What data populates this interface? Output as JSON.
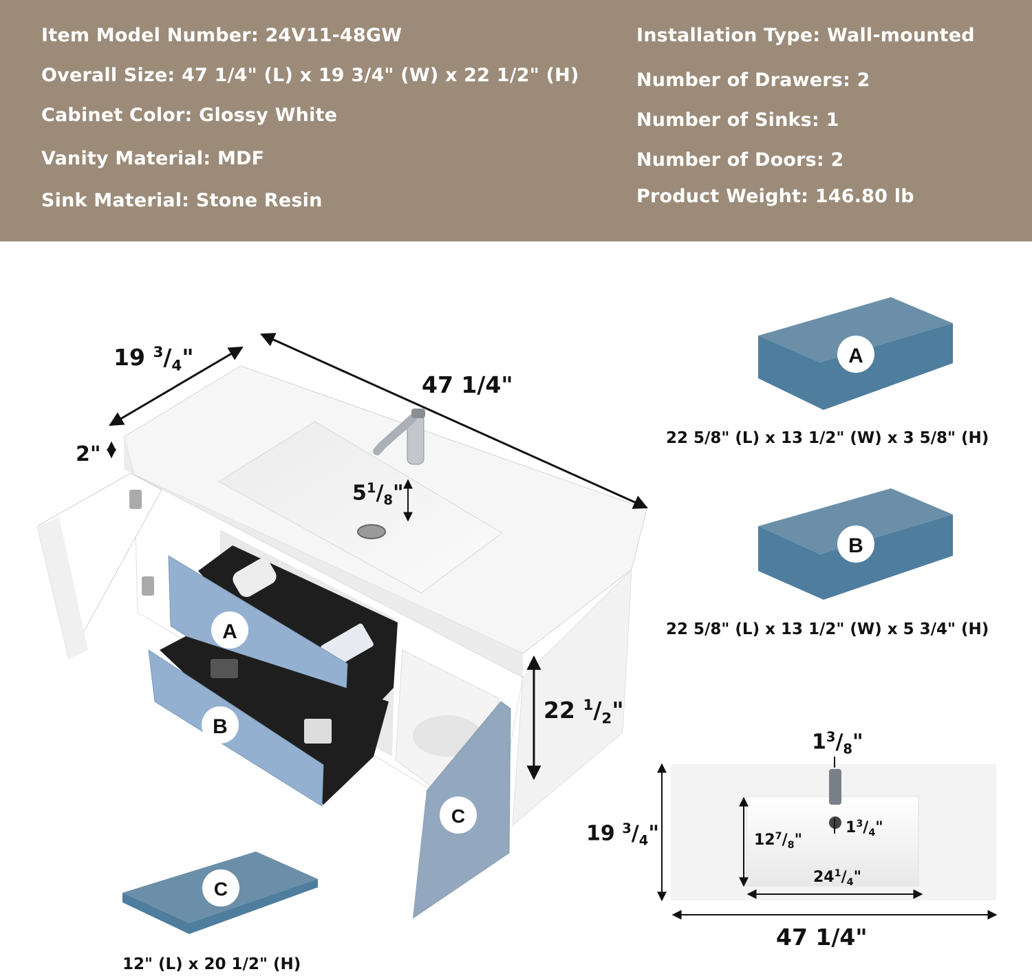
{
  "specs_left": [
    {
      "label": "Item Model Number:",
      "value": "24V11-48GW"
    },
    {
      "label": "Overall Size:",
      "value": "47 1/4\" (L) x 19 3/4\" (W) x 22 1/2\" (H)"
    },
    {
      "label": "Cabinet Color:",
      "value": "Glossy White"
    },
    {
      "label": "Vanity Material:",
      "value": "MDF"
    },
    {
      "label": "Sink Material:",
      "value": "Stone Resin"
    }
  ],
  "specs_right": [
    {
      "label": "Installation Type:",
      "value": "Wall-mounted"
    },
    {
      "label": "Number of Drawers:",
      "value": "2"
    },
    {
      "label": "Number of Sinks:",
      "value": "1"
    },
    {
      "label": "Number of Doors:",
      "value": "2"
    },
    {
      "label": "Product Weight:",
      "value": "146.80 lb"
    }
  ],
  "main_dims": {
    "depth": {
      "whole": "19",
      "num": "3",
      "den": "4"
    },
    "length": "47 1/4\"",
    "top_thickness": "2\"",
    "basin_depth": {
      "whole": "5",
      "num": "1",
      "den": "8"
    },
    "height": {
      "whole": "22",
      "num": "1",
      "den": "2"
    }
  },
  "parts": {
    "a": {
      "letter": "A",
      "dims": "22 5/8\" (L) x 13 1/2\" (W) x 3 5/8\" (H)"
    },
    "b": {
      "letter": "B",
      "dims": "22 5/8\" (L) x 13 1/2\" (W) x 5 3/4\" (H)"
    },
    "c": {
      "letter": "C",
      "dims": "12\" (L)  x 20 1/2\" (H)"
    }
  },
  "top_view": {
    "faucet_offset": {
      "whole": "1",
      "num": "3",
      "den": "8"
    },
    "depth": {
      "whole": "19",
      "num": "3",
      "den": "4"
    },
    "basin_depth": {
      "whole": "12",
      "num": "7",
      "den": "8"
    },
    "drain_offset": {
      "whole": "1",
      "num": "3",
      "den": "4"
    },
    "basin_length": {
      "whole": "24",
      "num": "1",
      "den": "4"
    },
    "length": "47 1/4\""
  },
  "colors": {
    "panel": "#9b8b78",
    "part_top": "#6b8fa8",
    "part_side": "#4e7d9e",
    "drawer": "#93b0d0"
  }
}
